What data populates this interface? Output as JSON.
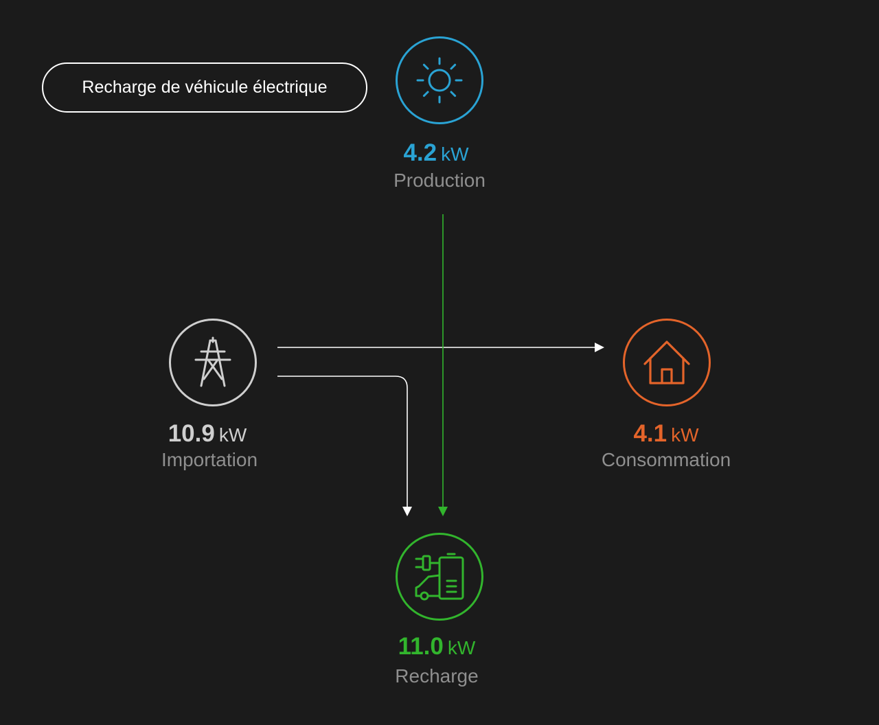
{
  "mode_button": {
    "label": "Recharge de véhicule électrique"
  },
  "colors": {
    "background": "#1b1b1b",
    "production": "#2aa3d4",
    "grid": "#cfcfcf",
    "consumption": "#e4642a",
    "charging": "#32b52d",
    "flow_grid": "#ffffff",
    "flow_solar": "#32b52d",
    "label": "#8f8f8f"
  },
  "nodes": {
    "production": {
      "icon": "sun-icon",
      "value": "4.2",
      "unit": "kW",
      "label": "Production"
    },
    "grid": {
      "icon": "power-pylon-icon",
      "value": "10.9",
      "unit": "kW",
      "label": "Importation"
    },
    "consumption": {
      "icon": "house-icon",
      "value": "4.1",
      "unit": "kW",
      "label": "Consommation"
    },
    "charging": {
      "icon": "ev-charger-icon",
      "value": "11.0",
      "unit": "kW",
      "label": "Recharge"
    }
  }
}
